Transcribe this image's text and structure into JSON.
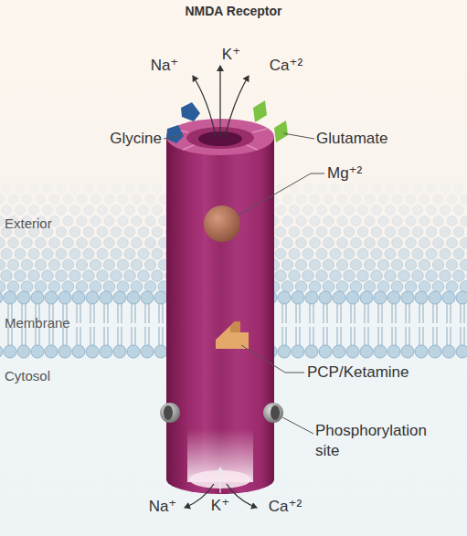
{
  "diagram": {
    "title": "NMDA Receptor",
    "labels": [
      "Na⁺",
      "K⁺",
      "Ca⁺²",
      "Glycine",
      "Glutamate",
      "Mg⁺²",
      "Exterior",
      "Membrane",
      "Cytosol",
      "PCP/Ketamine",
      "Phosphorylation site",
      "Na⁺",
      "K⁺",
      "Ca⁺²"
    ]
  }
}
